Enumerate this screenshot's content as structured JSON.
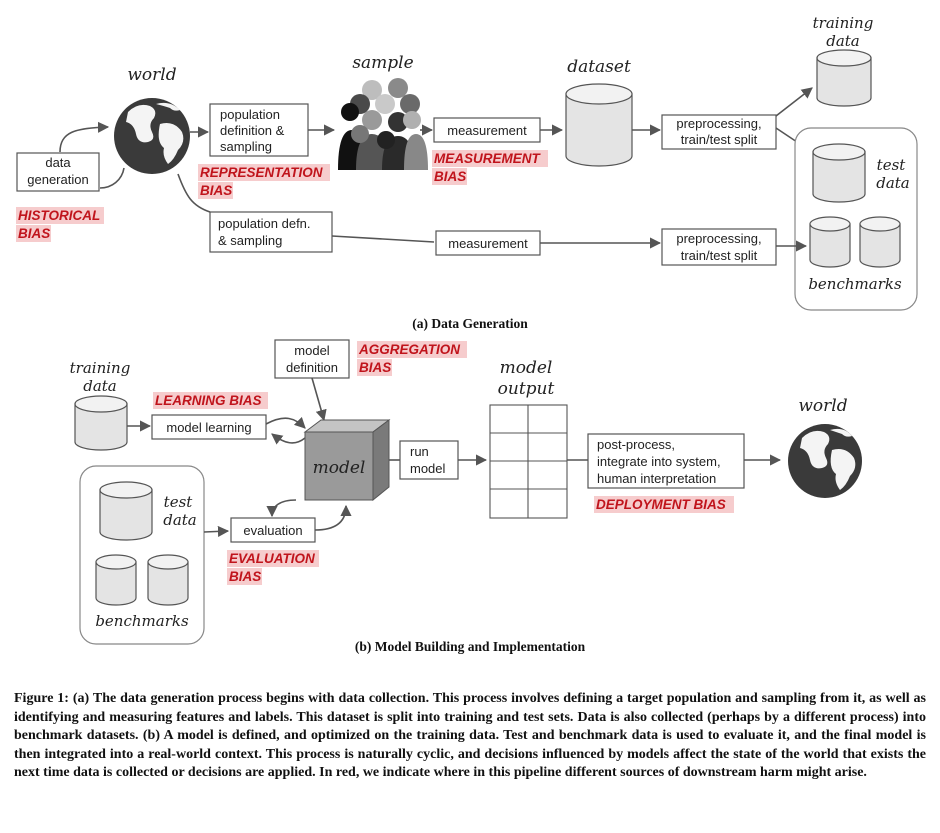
{
  "partA": {
    "world_label": "world",
    "sample_label": "sample",
    "dataset_label": "dataset",
    "training_data_label": [
      "training",
      "data"
    ],
    "test_data_label": [
      "test",
      "data"
    ],
    "benchmarks_label": "benchmarks",
    "data_generation_box": [
      "data",
      "generation"
    ],
    "population_box": [
      "population",
      "definition &",
      "sampling"
    ],
    "measurement_box": "measurement",
    "preprocessing_box": [
      "preprocessing,",
      "train/test split"
    ],
    "population_box2": [
      "population defn.",
      "& sampling"
    ],
    "measurement_box2": "measurement",
    "preprocessing_box2": [
      "preprocessing,",
      "train/test split"
    ],
    "biases": {
      "historical": [
        "HISTORICAL",
        "BIAS"
      ],
      "representation": [
        "REPRESENTATION",
        "BIAS"
      ],
      "measurement": [
        "MEASUREMENT",
        "BIAS"
      ]
    },
    "caption": "(a) Data Generation"
  },
  "partB": {
    "training_data_label": [
      "training",
      "data"
    ],
    "model_definition_box": [
      "model",
      "definition"
    ],
    "model_learning_box": "model learning",
    "model_label": "model",
    "run_model_box": [
      "run",
      "model"
    ],
    "model_output_label": [
      "model",
      "output"
    ],
    "postprocess_box": [
      "post-process,",
      "integrate into system,",
      "human interpretation"
    ],
    "world_label": "world",
    "test_data_label": [
      "test",
      "data"
    ],
    "benchmarks_label": "benchmarks",
    "evaluation_box": "evaluation",
    "biases": {
      "aggregation": [
        "AGGREGATION",
        "BIAS"
      ],
      "learning": "LEARNING BIAS",
      "evaluation": [
        "EVALUATION",
        "BIAS"
      ],
      "deployment": "DEPLOYMENT BIAS"
    },
    "caption": "(b) Model Building and Implementation"
  },
  "figure_caption": "Figure 1: (a) The data generation process begins with data collection. This process involves defining a target population and sampling from it, as well as identifying and measuring features and labels. This dataset is split into training and test sets. Data is also collected (perhaps by a different process) into benchmark datasets. (b) A model is defined, and optimized on the training data. Test and benchmark data is used to evaluate it, and the final model is then integrated into a real-world context. This process is naturally cyclic, and decisions influenced by models affect the state of the world that exists the next time data is collected or decisions are applied. In red, we indicate where in this pipeline different sources of downstream harm might arise.",
  "colors": {
    "bias_text": "#c0141c",
    "bias_highlight": "#f6cccd",
    "model_cube": "#9a9a9a"
  }
}
